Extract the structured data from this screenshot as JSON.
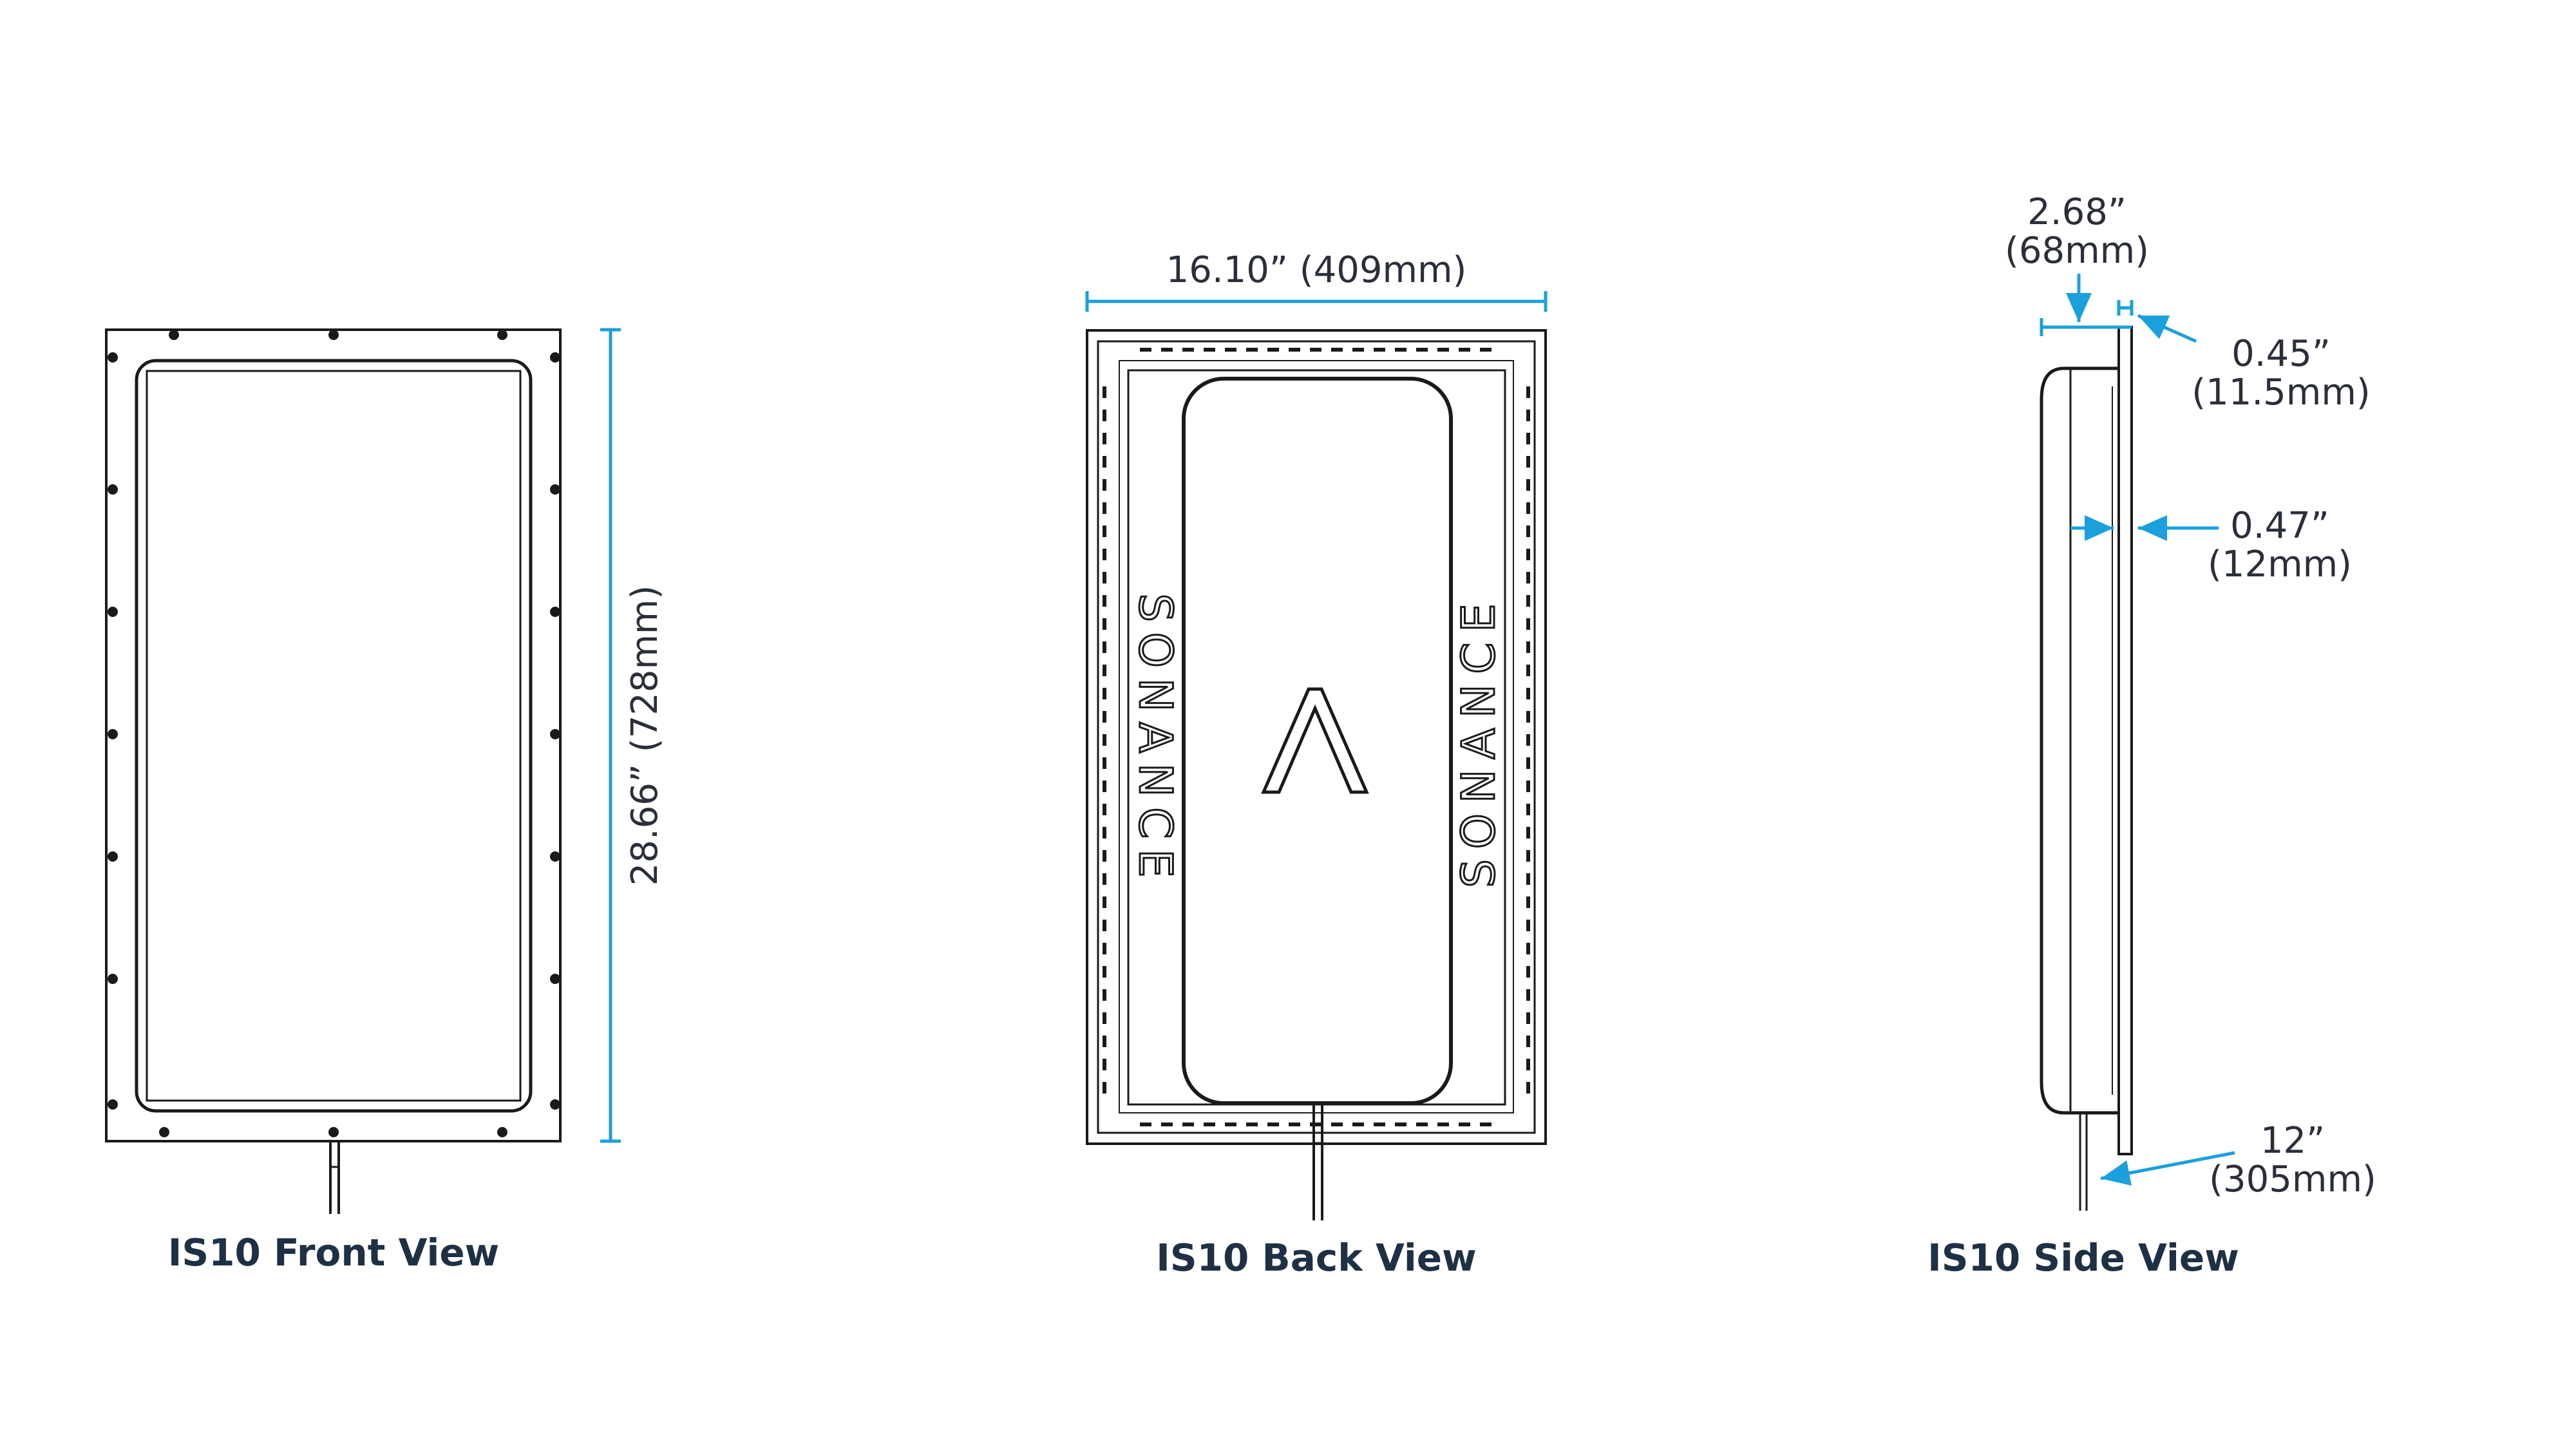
{
  "views": {
    "front": {
      "label": "IS10 Front View",
      "height_dimension": "28.66” (728mm)"
    },
    "back": {
      "label": "IS10 Back View",
      "width_dimension": "16.10” (409mm)",
      "brand_text": "SONANCE"
    },
    "side": {
      "label": "IS10 Side View",
      "depth_dimension": {
        "inches": "2.68”",
        "mm": "(68mm)"
      },
      "flange_dimension": {
        "inches": "0.45”",
        "mm": "(11.5mm)"
      },
      "bezel_dimension": {
        "inches": "0.47”",
        "mm": "(12mm)"
      },
      "lead_dimension": {
        "inches": "12”",
        "mm": "(305mm)"
      }
    }
  },
  "colors": {
    "dimension_line": "#1aa0dc",
    "drawing_line": "#1a1a1a",
    "label_text": "#1e3044"
  }
}
